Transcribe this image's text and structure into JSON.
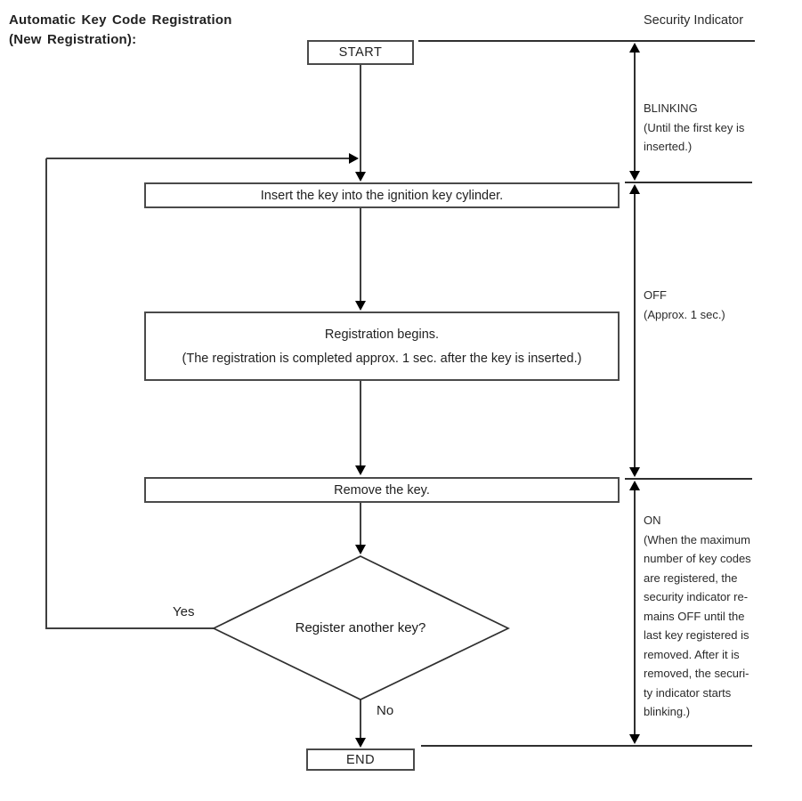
{
  "title": {
    "line1": "Automatic Key Code Registration",
    "line2": "(New Registration):"
  },
  "flow": {
    "start_label": "START",
    "steps": [
      {
        "text": "Insert the key into the ignition key cylinder."
      },
      {
        "line1": "Registration begins.",
        "line2": "(The registration is completed approx. 1 sec. after the key is inserted.)"
      },
      {
        "text": "Remove the key."
      }
    ],
    "decision_label": "Register another key?",
    "yes_label": "Yes",
    "no_label": "No",
    "end_label": "END"
  },
  "indicator": {
    "heading": "Security Indicator",
    "blinking": "BLINKING\n(Until the first key is\ninserted.)",
    "off": "OFF\n(Approx. 1 sec.)",
    "on": "ON\n(When the maximum\nnumber of key codes\nare registered, the\nsecurity indicator re-\nmains OFF until the\nlast key registered is\nremoved. After it is\nremoved, the securi-\nty indicator starts\nblinking.)"
  },
  "colors": {
    "background": "#ffffff",
    "line": "#3f3f3f",
    "indicator_line": "#2f2f2f",
    "arrowhead": "#000000",
    "text": "#1a1a1a",
    "box_border": "#4a4a4a"
  }
}
